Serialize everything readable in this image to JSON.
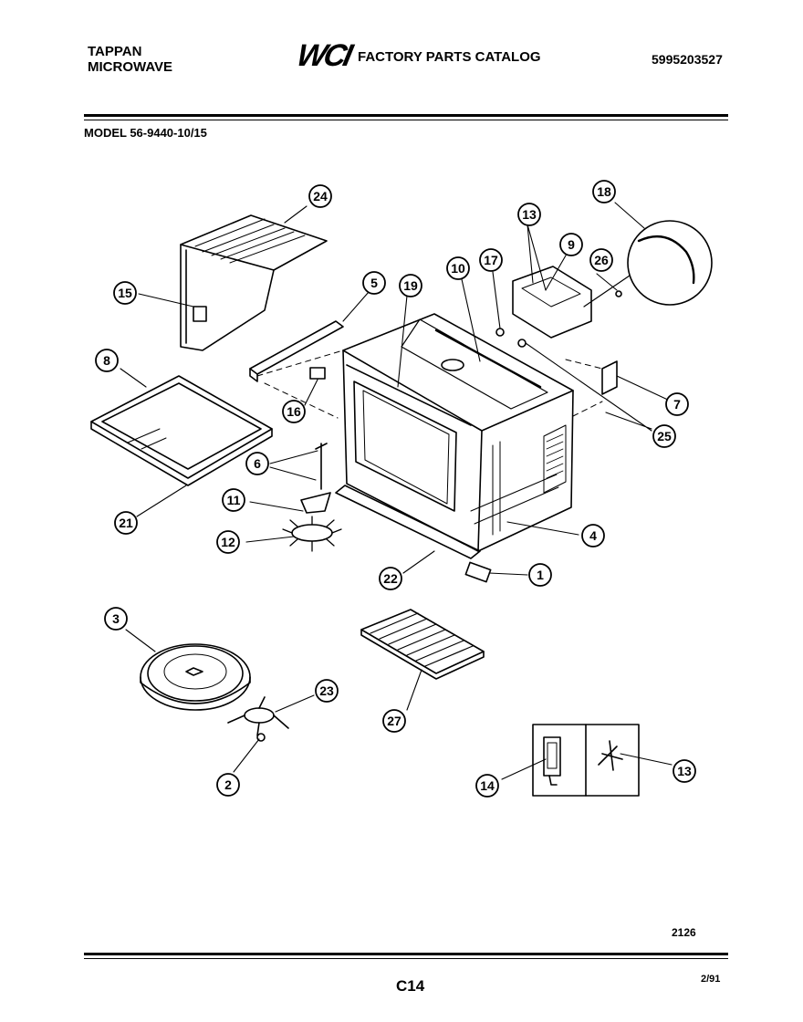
{
  "header": {
    "brand_line1": "TAPPAN",
    "brand_line2": "MICROWAVE",
    "logo_text": "WCI",
    "catalog_title": "FACTORY PARTS CATALOG",
    "part_number": "5995203527",
    "model": "MODEL 56-9440-10/15"
  },
  "footer": {
    "drawing_code": "2126",
    "page_code": "C14",
    "date": "2/91"
  },
  "callouts": [
    {
      "id": "c24",
      "label": "24"
    },
    {
      "id": "c15",
      "label": "15"
    },
    {
      "id": "c8",
      "label": "8"
    },
    {
      "id": "c21",
      "label": "21"
    },
    {
      "id": "c5",
      "label": "5"
    },
    {
      "id": "c19",
      "label": "19"
    },
    {
      "id": "c16",
      "label": "16"
    },
    {
      "id": "c6",
      "label": "6"
    },
    {
      "id": "c11",
      "label": "11"
    },
    {
      "id": "c12",
      "label": "12"
    },
    {
      "id": "c10",
      "label": "10"
    },
    {
      "id": "c17",
      "label": "17"
    },
    {
      "id": "c13a",
      "label": "13"
    },
    {
      "id": "c9",
      "label": "9"
    },
    {
      "id": "c26",
      "label": "26"
    },
    {
      "id": "c18",
      "label": "18"
    },
    {
      "id": "c7",
      "label": "7"
    },
    {
      "id": "c25",
      "label": "25"
    },
    {
      "id": "c4",
      "label": "4"
    },
    {
      "id": "c1",
      "label": "1"
    },
    {
      "id": "c22",
      "label": "22"
    },
    {
      "id": "c3",
      "label": "3"
    },
    {
      "id": "c23",
      "label": "23"
    },
    {
      "id": "c2",
      "label": "2"
    },
    {
      "id": "c27",
      "label": "27"
    },
    {
      "id": "c14",
      "label": "14"
    },
    {
      "id": "c13b",
      "label": "13"
    }
  ]
}
